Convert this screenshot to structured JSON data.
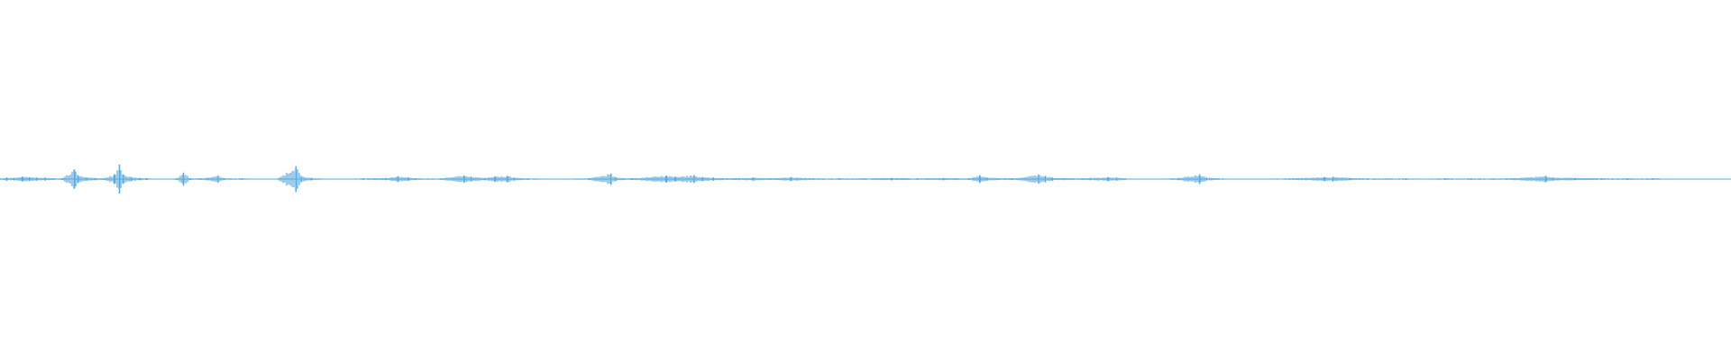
{
  "waveform": {
    "color": "#5aa9dc",
    "background": "#ffffff",
    "duration_fraction_axis": "normalized-time",
    "peaks": [
      {
        "t": 0.0,
        "amp": 0.01
      },
      {
        "t": 0.004,
        "amp": 0.02
      },
      {
        "t": 0.008,
        "amp": 0.015
      },
      {
        "t": 0.013,
        "amp": 0.03
      },
      {
        "t": 0.017,
        "amp": 0.025
      },
      {
        "t": 0.021,
        "amp": 0.02
      },
      {
        "t": 0.026,
        "amp": 0.02
      },
      {
        "t": 0.031,
        "amp": 0.01
      },
      {
        "t": 0.036,
        "amp": 0.01
      },
      {
        "t": 0.043,
        "amp": 0.12
      },
      {
        "t": 0.045,
        "amp": 0.05
      },
      {
        "t": 0.05,
        "amp": 0.02
      },
      {
        "t": 0.055,
        "amp": 0.015
      },
      {
        "t": 0.06,
        "amp": 0.01
      },
      {
        "t": 0.066,
        "amp": 0.06
      },
      {
        "t": 0.069,
        "amp": 0.18
      },
      {
        "t": 0.071,
        "amp": 0.06
      },
      {
        "t": 0.076,
        "amp": 0.025
      },
      {
        "t": 0.081,
        "amp": 0.015
      },
      {
        "t": 0.085,
        "amp": 0.01
      },
      {
        "t": 0.092,
        "amp": 0.0
      },
      {
        "t": 0.098,
        "amp": 0.005
      },
      {
        "t": 0.102,
        "amp": 0.01
      },
      {
        "t": 0.106,
        "amp": 0.08
      },
      {
        "t": 0.11,
        "amp": 0.01
      },
      {
        "t": 0.12,
        "amp": 0.015
      },
      {
        "t": 0.126,
        "amp": 0.045
      },
      {
        "t": 0.13,
        "amp": 0.01
      },
      {
        "t": 0.14,
        "amp": 0.01
      },
      {
        "t": 0.15,
        "amp": 0.005
      },
      {
        "t": 0.16,
        "amp": 0.005
      },
      {
        "t": 0.171,
        "amp": 0.16
      },
      {
        "t": 0.174,
        "amp": 0.04
      },
      {
        "t": 0.18,
        "amp": 0.015
      },
      {
        "t": 0.19,
        "amp": 0.005
      },
      {
        "t": 0.2,
        "amp": 0.005
      },
      {
        "t": 0.21,
        "amp": 0.01
      },
      {
        "t": 0.223,
        "amp": 0.015
      },
      {
        "t": 0.23,
        "amp": 0.035
      },
      {
        "t": 0.236,
        "amp": 0.02
      },
      {
        "t": 0.24,
        "amp": 0.01
      },
      {
        "t": 0.255,
        "amp": 0.01
      },
      {
        "t": 0.268,
        "amp": 0.045
      },
      {
        "t": 0.272,
        "amp": 0.03
      },
      {
        "t": 0.28,
        "amp": 0.015
      },
      {
        "t": 0.286,
        "amp": 0.035
      },
      {
        "t": 0.293,
        "amp": 0.04
      },
      {
        "t": 0.297,
        "amp": 0.02
      },
      {
        "t": 0.305,
        "amp": 0.01
      },
      {
        "t": 0.32,
        "amp": 0.005
      },
      {
        "t": 0.34,
        "amp": 0.01
      },
      {
        "t": 0.353,
        "amp": 0.07
      },
      {
        "t": 0.356,
        "amp": 0.02
      },
      {
        "t": 0.365,
        "amp": 0.01
      },
      {
        "t": 0.385,
        "amp": 0.045
      },
      {
        "t": 0.39,
        "amp": 0.03
      },
      {
        "t": 0.401,
        "amp": 0.05
      },
      {
        "t": 0.406,
        "amp": 0.025
      },
      {
        "t": 0.412,
        "amp": 0.02
      },
      {
        "t": 0.42,
        "amp": 0.01
      },
      {
        "t": 0.435,
        "amp": 0.02
      },
      {
        "t": 0.445,
        "amp": 0.01
      },
      {
        "t": 0.457,
        "amp": 0.025
      },
      {
        "t": 0.47,
        "amp": 0.01
      },
      {
        "t": 0.485,
        "amp": 0.01
      },
      {
        "t": 0.5,
        "amp": 0.01
      },
      {
        "t": 0.515,
        "amp": 0.015
      },
      {
        "t": 0.53,
        "amp": 0.01
      },
      {
        "t": 0.545,
        "amp": 0.015
      },
      {
        "t": 0.56,
        "amp": 0.01
      },
      {
        "t": 0.566,
        "amp": 0.05
      },
      {
        "t": 0.57,
        "amp": 0.02
      },
      {
        "t": 0.585,
        "amp": 0.01
      },
      {
        "t": 0.6,
        "amp": 0.055
      },
      {
        "t": 0.604,
        "amp": 0.04
      },
      {
        "t": 0.608,
        "amp": 0.02
      },
      {
        "t": 0.62,
        "amp": 0.01
      },
      {
        "t": 0.63,
        "amp": 0.015
      },
      {
        "t": 0.64,
        "amp": 0.025
      },
      {
        "t": 0.645,
        "amp": 0.02
      },
      {
        "t": 0.65,
        "amp": 0.01
      },
      {
        "t": 0.66,
        "amp": 0.0
      },
      {
        "t": 0.672,
        "amp": 0.005
      },
      {
        "t": 0.681,
        "amp": 0.015
      },
      {
        "t": 0.693,
        "amp": 0.06
      },
      {
        "t": 0.697,
        "amp": 0.02
      },
      {
        "t": 0.71,
        "amp": 0.005
      },
      {
        "t": 0.722,
        "amp": 0.0
      },
      {
        "t": 0.73,
        "amp": 0.005
      },
      {
        "t": 0.745,
        "amp": 0.01
      },
      {
        "t": 0.765,
        "amp": 0.025
      },
      {
        "t": 0.77,
        "amp": 0.03
      },
      {
        "t": 0.78,
        "amp": 0.015
      },
      {
        "t": 0.79,
        "amp": 0.01
      },
      {
        "t": 0.812,
        "amp": 0.01
      },
      {
        "t": 0.82,
        "amp": 0.005
      },
      {
        "t": 0.835,
        "amp": 0.01
      },
      {
        "t": 0.85,
        "amp": 0.01
      },
      {
        "t": 0.87,
        "amp": 0.01
      },
      {
        "t": 0.893,
        "amp": 0.04
      },
      {
        "t": 0.897,
        "amp": 0.02
      },
      {
        "t": 0.91,
        "amp": 0.015
      },
      {
        "t": 0.925,
        "amp": 0.01
      },
      {
        "t": 0.94,
        "amp": 0.01
      },
      {
        "t": 0.955,
        "amp": 0.01
      },
      {
        "t": 0.97,
        "amp": 0.005
      },
      {
        "t": 0.985,
        "amp": 0.005
      },
      {
        "t": 1.0,
        "amp": 0.005
      }
    ]
  }
}
